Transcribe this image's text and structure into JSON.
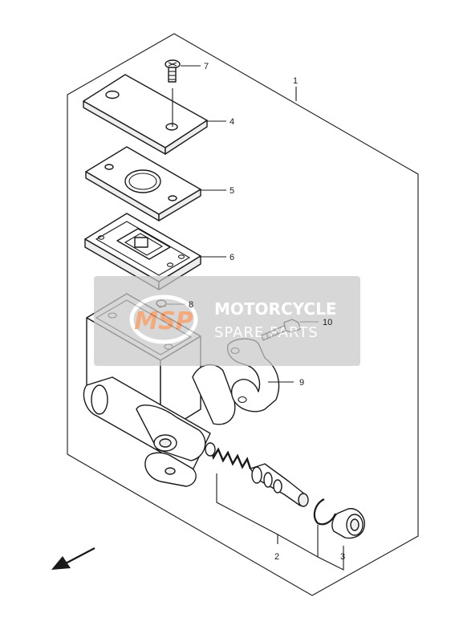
{
  "callouts": [
    {
      "id": "1",
      "label": "1"
    },
    {
      "id": "2",
      "label": "2"
    },
    {
      "id": "3",
      "label": "3"
    },
    {
      "id": "4",
      "label": "4"
    },
    {
      "id": "5",
      "label": "5"
    },
    {
      "id": "6",
      "label": "6"
    },
    {
      "id": "7",
      "label": "7"
    },
    {
      "id": "8",
      "label": "8"
    },
    {
      "id": "9",
      "label": "9"
    },
    {
      "id": "10",
      "label": "10"
    }
  ],
  "watermark": {
    "logo_text": "MSP",
    "line1": "MOTORCYCLE",
    "line2": "SPARE PARTS",
    "accent_color": "#f08a4b",
    "box_color": "#c8c8c8"
  },
  "icons": {
    "front_direction": "arrow-down-left-icon"
  }
}
